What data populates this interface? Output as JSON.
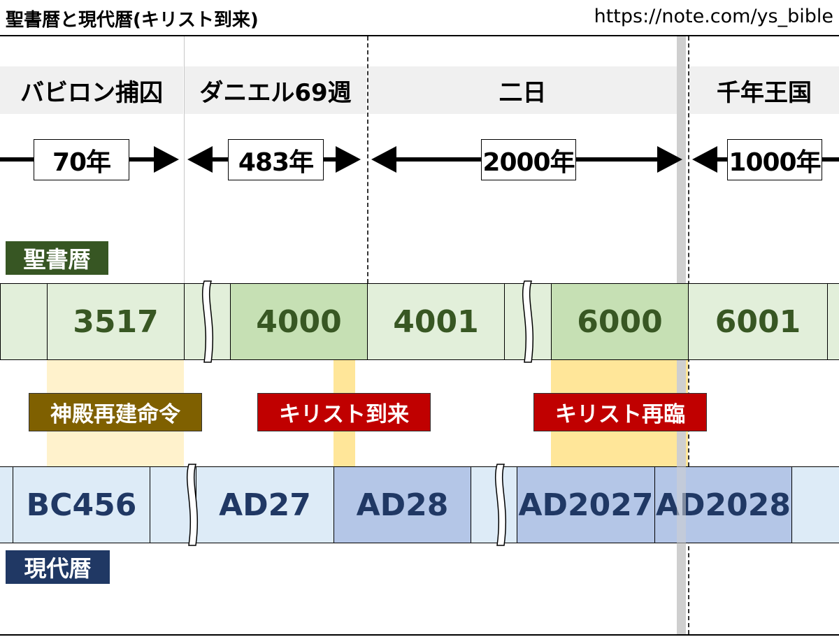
{
  "header": {
    "title": "聖書暦と現代暦(キリスト到来)",
    "url": "https://note.com/ys_bible"
  },
  "periods": [
    {
      "label": "バビロン捕囚"
    },
    {
      "label": "ダニエル69週"
    },
    {
      "label": "二日"
    },
    {
      "label": "千年王国"
    }
  ],
  "durations": [
    {
      "label": "70年"
    },
    {
      "label": "483年"
    },
    {
      "label": "2000年"
    },
    {
      "label": "1000年"
    }
  ],
  "bible_calendar": {
    "label": "聖書暦",
    "years": [
      "3517",
      "4000",
      "4001",
      "6000",
      "6001"
    ]
  },
  "modern_calendar": {
    "label": "現代暦",
    "years": [
      "BC456",
      "AD27",
      "AD28",
      "AD2027",
      "AD2028"
    ]
  },
  "events": [
    {
      "label": "神殿再建命令",
      "color": "#7f6000"
    },
    {
      "label": "キリスト到来",
      "color": "#c00000"
    },
    {
      "label": "キリスト再臨",
      "color": "#c00000"
    }
  ],
  "colors": {
    "bible_row": "#e2efda",
    "bible_row_highlight": "#c6e0b4",
    "bible_text": "#385723",
    "bible_label_bg": "#375623",
    "modern_row": "#ddebf7",
    "modern_row_highlight": "#b4c6e7",
    "modern_text": "#203864",
    "modern_label_bg": "#203864",
    "highlight_light": "#fff2cc",
    "highlight_dark": "#ffe699"
  }
}
